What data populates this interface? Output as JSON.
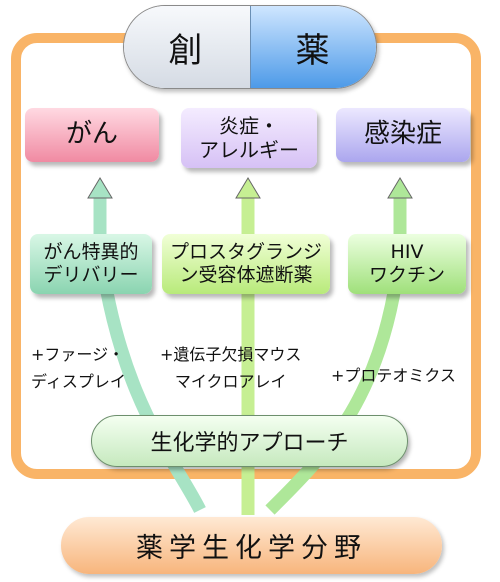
{
  "title": {
    "left": "創",
    "right": "薬"
  },
  "targets": [
    {
      "label": "がん"
    },
    {
      "label_lines": [
        "炎症・",
        "アレルギー"
      ]
    },
    {
      "label": "感染症"
    }
  ],
  "middle_boxes": [
    {
      "lines": [
        "がん特異的",
        "デリバリー"
      ]
    },
    {
      "lines": [
        "プロスタグランジ",
        "ン受容体遮断薬"
      ]
    },
    {
      "lines": [
        "HIV",
        "ワクチン"
      ]
    }
  ],
  "notes": [
    {
      "lines": [
        "+ファージ・",
        "ディスプレイ"
      ]
    },
    {
      "lines": [
        "+遺伝子欠損マウス",
        "マイクロアレイ"
      ]
    },
    {
      "lines": [
        "+プロテオミクス"
      ]
    }
  ],
  "approach": "生化学的アプローチ",
  "field": "薬学生化学分野",
  "colors": {
    "frame": "#f9b467",
    "arrow_left": "#9ee0bd",
    "arrow_mid": "#c6ef93",
    "arrow_right": "#a8e690"
  }
}
